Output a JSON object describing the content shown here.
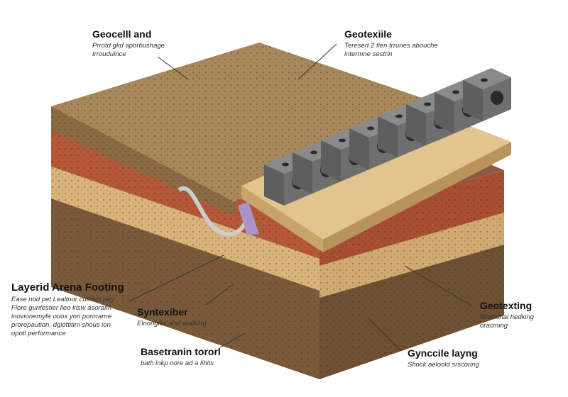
{
  "labels": {
    "geocell": {
      "title": "Geocelll and",
      "desc": "Prrotd gkd aporbushage trrouduince"
    },
    "geotextile": {
      "title": "Geotexiile",
      "desc": "Teresert 2 fien trrunes abouche intermne sestrin"
    },
    "layered": {
      "title": "Layerid Arena Footing",
      "desc": "Ease nod pet Lealtnor cuthion rary Flore gunfestier lieo klsw asoraith inovionemyfe ouos yori pororarne prorepaution, dgiottitim shous ion opotl performance"
    },
    "syntexiber": {
      "title": "Syntexiber",
      "desc": "Elnongies and sealking"
    },
    "basetranin": {
      "title": "Basetranin tororl",
      "desc": "bath inkp nore ad a lihits"
    },
    "geotexting": {
      "title": "Geotexting",
      "desc": "Ifnocxinal hedking oracming"
    },
    "gynccile": {
      "title": "Gynccile layng",
      "desc": "Shock aeloold srscoring"
    }
  },
  "colors": {
    "sand": "#a8875a",
    "red": "#b5583a",
    "tan": "#d9b47a",
    "brown": "#7a5a3a",
    "cell": "#6e6e6e"
  }
}
